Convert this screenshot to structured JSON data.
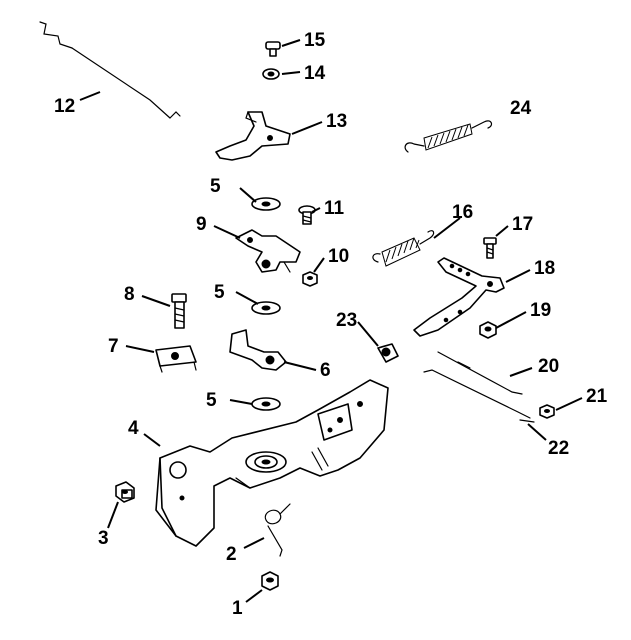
{
  "diagram": {
    "callouts": [
      {
        "id": "1",
        "label": "1",
        "part": "hex-nut"
      },
      {
        "id": "2",
        "label": "2",
        "part": "torsion-spring"
      },
      {
        "id": "3",
        "label": "3",
        "part": "shoulder-screw"
      },
      {
        "id": "4",
        "label": "4",
        "part": "control-bracket"
      },
      {
        "id": "5a",
        "label": "5",
        "part": "washer"
      },
      {
        "id": "5b",
        "label": "5",
        "part": "washer"
      },
      {
        "id": "5c",
        "label": "5",
        "part": "washer"
      },
      {
        "id": "6",
        "label": "6",
        "part": "choke-lever"
      },
      {
        "id": "7",
        "label": "7",
        "part": "clip"
      },
      {
        "id": "8",
        "label": "8",
        "part": "stud"
      },
      {
        "id": "9",
        "label": "9",
        "part": "throttle-lever"
      },
      {
        "id": "10",
        "label": "10",
        "part": "lock-nut"
      },
      {
        "id": "11",
        "label": "11",
        "part": "screw"
      },
      {
        "id": "12",
        "label": "12",
        "part": "choke-link"
      },
      {
        "id": "13",
        "label": "13",
        "part": "lever"
      },
      {
        "id": "14",
        "label": "14",
        "part": "washer"
      },
      {
        "id": "15",
        "label": "15",
        "part": "screw"
      },
      {
        "id": "16",
        "label": "16",
        "part": "governor-spring"
      },
      {
        "id": "17",
        "label": "17",
        "part": "bolt"
      },
      {
        "id": "18",
        "label": "18",
        "part": "governor-lever"
      },
      {
        "id": "19",
        "label": "19",
        "part": "nut"
      },
      {
        "id": "20",
        "label": "20",
        "part": "throttle-link"
      },
      {
        "id": "21",
        "label": "21",
        "part": "nut"
      },
      {
        "id": "22",
        "label": "22",
        "part": "spring-link"
      },
      {
        "id": "23",
        "label": "23",
        "part": "bushing"
      },
      {
        "id": "24",
        "label": "24",
        "part": "spring"
      }
    ]
  }
}
